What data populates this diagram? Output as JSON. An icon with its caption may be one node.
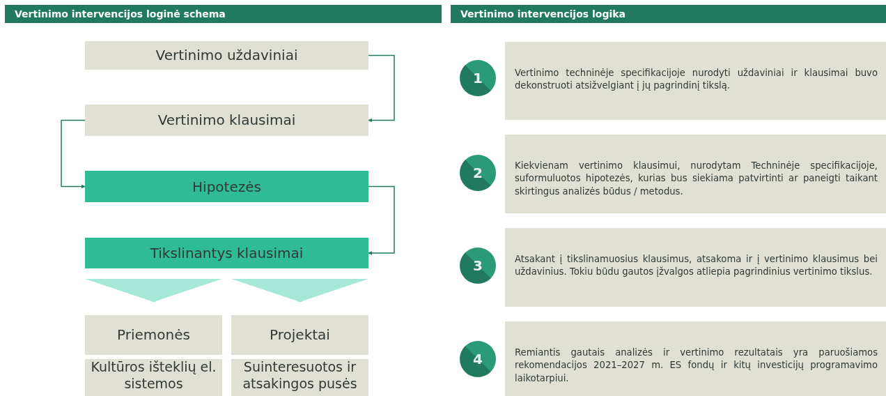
{
  "diagram": {
    "nodes": [
      {
        "text": [
          "Vertinimo intervencijos loginė schema"
        ]
      },
      {
        "text": [
          "Vertinimo intervencijos logika"
        ]
      },
      {
        "text": [
          "Vertinimo uždaviniai"
        ]
      },
      {
        "text": [
          "Vertinimo klausimai"
        ]
      },
      {
        "text": [
          "Hipotezės"
        ]
      },
      {
        "text": [
          "Tikslinantys klausimai"
        ]
      },
      {
        "text": [
          "Priemonės"
        ]
      },
      {
        "text": [
          "Projektai"
        ]
      },
      {
        "text": [
          "Kultūros išteklių el. sistemos"
        ]
      },
      {
        "text": [
          "Suinteresuotos ir atsakingos pusės"
        ]
      },
      {
        "text": [
          "1"
        ]
      },
      {
        "text": [
          "Vertinimo techninėje specifikacijoje nurodyti uždaviniai ir klausimai buvo dekonstruoti atsižvelgiant į jų pagrindinį tikslą."
        ]
      },
      {
        "text": [
          "2"
        ]
      },
      {
        "text": [
          "Kiekvienam vertinimo klausimui, nurodytam Techninėje specifikacijoje, suformuluotos hipotezės, kurias bus siekiama patvirtinti ar paneigti taikant skirtingus analizės būdus / metodus."
        ]
      },
      {
        "text": [
          "3"
        ]
      },
      {
        "text": [
          "Atsakant į tikslinamuosius klausimus, atsakoma ir į vertinimo klausimus bei uždavinius. Tokiu būdu gautos įžvalgos atliepia pagrindinius vertinimo tikslus."
        ]
      },
      {
        "text": [
          "4"
        ]
      },
      {
        "text": [
          "Remiantis gautais analizės ir vertinimo rezultatais yra paruošiamos rekomendacijos 2021–2027 m. ES fondų ir kitų investicijų programavimo laikotarpiui."
        ]
      }
    ],
    "edges": [
      {
        "from": 2,
        "to": 3,
        "arrow": "to"
      },
      {
        "from": 3,
        "to": 4,
        "arrow": "to"
      },
      {
        "from": 4,
        "to": 5,
        "arrow": "to"
      },
      {
        "from": 5,
        "to": 6,
        "arrow": "to",
        "style": "thick",
        "color": "#a6e8d8"
      },
      {
        "from": 5,
        "to": 7,
        "arrow": "to",
        "style": "thick",
        "color": "#a6e8d8"
      }
    ]
  }
}
